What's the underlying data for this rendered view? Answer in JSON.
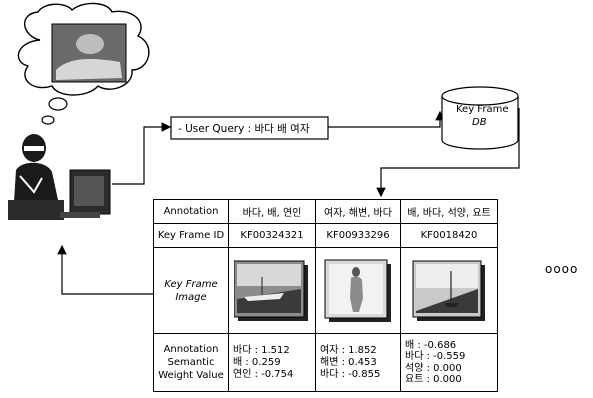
{
  "query": {
    "label": "- User Query : 바다 배 여자"
  },
  "database": {
    "line1": "Key Frame",
    "line2": "DB"
  },
  "ellipsis": "oooo",
  "table": {
    "row_labels": {
      "annotation": "Annotation",
      "key_frame_id": "Key Frame ID",
      "image_line1": "Key Frame",
      "image_line2": "Image",
      "weight_line1": "Annotation",
      "weight_line2": "Semantic",
      "weight_line3": "Weight Value"
    },
    "columns": [
      {
        "annotation": "바다, 배, 연인",
        "id": "KF00324321",
        "weights": [
          "바다 : 1.512",
          "배 : 0.259",
          "연인 : -0.754"
        ]
      },
      {
        "annotation": "여자, 해변, 바다",
        "id": "KF00933296",
        "weights": [
          "여자 : 1.852",
          "해변 : 0.453",
          "바다 : -0.855"
        ]
      },
      {
        "annotation": "배, 바다, 석양, 요트",
        "id": "KF0018420",
        "weights": [
          "배 : -0.686",
          "바다 : -0.559",
          "석양 : 0.000",
          "요트 : 0.000"
        ]
      }
    ]
  },
  "colors": {
    "line": "#000000",
    "image_dark": "#3a3a3a",
    "image_mid": "#8c8c8c",
    "image_light": "#d8d8d8"
  }
}
